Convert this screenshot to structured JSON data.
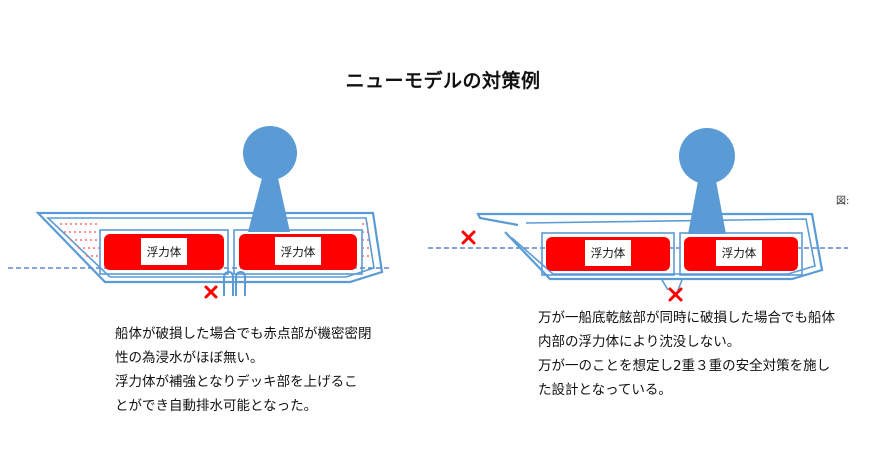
{
  "title": "ニューモデルの対策例",
  "figure_note": "図:",
  "left": {
    "float_labels": [
      "浮力体",
      "浮力体"
    ],
    "description": [
      "船体が破損した場合でも赤点部が機密密閉",
      "性の為浸水がほぼ無い。",
      "浮力体が補強となりデッキ部を上げるこ",
      "とができ自動排水可能となった。"
    ]
  },
  "right": {
    "float_labels": [
      "浮力体",
      "浮力体"
    ],
    "description": [
      "万が一船底乾舷部が同時に破損した場合でも船体",
      "内部の浮力体により沈没しない。",
      "万が一のことを想定し2重３重の安全対策を施し",
      "た設計となっている。"
    ]
  },
  "colors": {
    "hull": "#5b9bd5",
    "float": "#ff0000",
    "person": "#5b9bd5",
    "damage_mark": "#ff0000",
    "water_line": "#3a6fbf"
  }
}
